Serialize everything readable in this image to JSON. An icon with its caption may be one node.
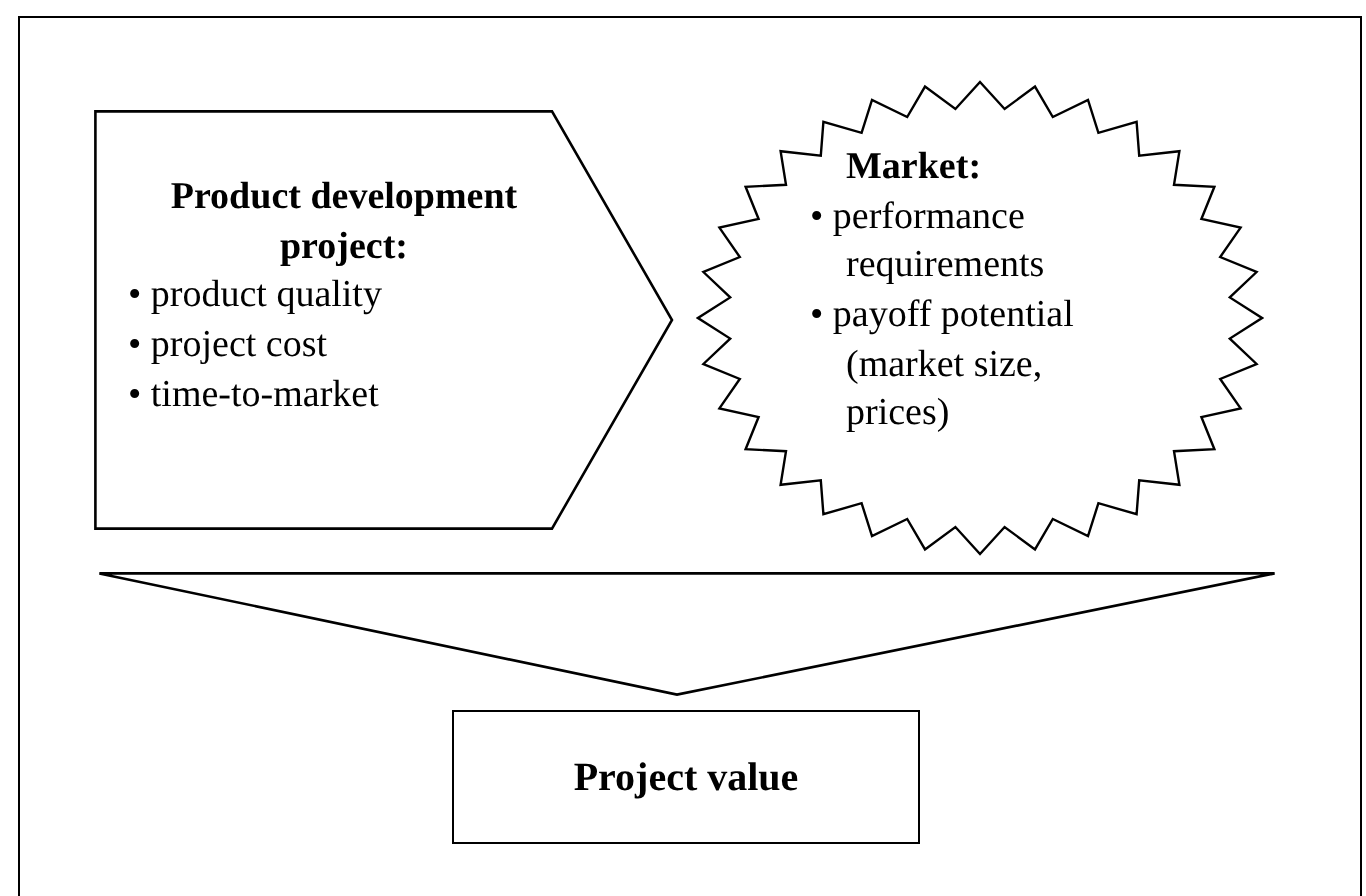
{
  "diagram": {
    "nodes": [
      {
        "text": [
          "Product development project:",
          "• product quality",
          "• project cost",
          "• time-to-market"
        ]
      },
      {
        "text": [
          "Market:",
          "• performance requirements",
          "• payoff potential (market size, prices)"
        ]
      },
      {
        "text": [],
        "shape": "triangle"
      },
      {
        "text": [
          "Project value"
        ]
      }
    ]
  }
}
